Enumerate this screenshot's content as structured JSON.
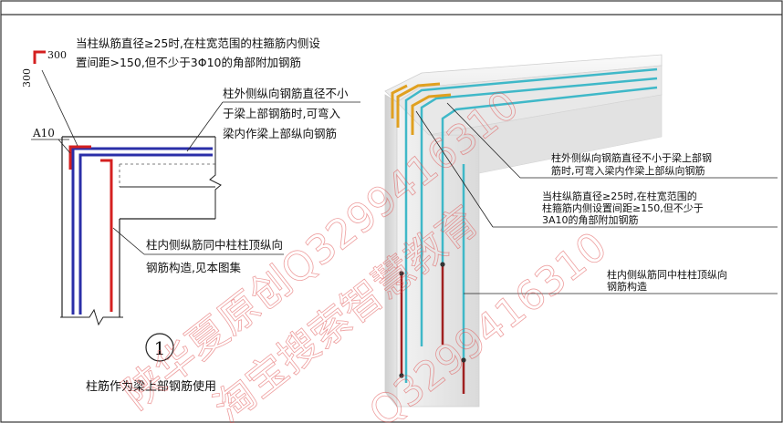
{
  "left_detail": {
    "note_top": [
      "当柱纵筋直径≥25时,在柱宽范围的柱箍筋内侧设",
      "置间距>150,但不少于3Φ10的角部附加钢筋"
    ],
    "dim_h": "300",
    "dim_v": "300",
    "label_a10": "A10",
    "note_outer": [
      "柱外侧纵向钢筋直径不小",
      "于梁上部钢筋时,可弯入",
      "梁内作梁上部纵向钢筋"
    ],
    "note_inner": [
      "柱内侧纵筋同中柱柱顶纵向",
      "钢筋构造,见本图集"
    ],
    "detail_number": "1",
    "caption": "柱筋作为梁上部钢筋使用"
  },
  "right_detail": {
    "callout_1": [
      "柱外侧纵向钢筋直径不小于梁上部钢",
      "筋时,可弯入梁内作梁上部纵向钢筋"
    ],
    "callout_2": [
      "当柱纵筋直径≥25时,在柱宽范围的",
      "柱箍筋内侧设置间距≥150,但不少于",
      "3A10的角部附加钢筋"
    ],
    "callout_3": [
      "柱内侧纵筋同中柱柱顶纵向",
      "钢筋构造"
    ]
  },
  "watermark": {
    "lines": [
      "陕华夏原创Q3299416310",
      "淘宝搜索智慧教育",
      "Q3299416310"
    ]
  },
  "colors": {
    "blue_bar": "#2b2fa8",
    "red_bar": "#d42020",
    "cyan_bar": "#3fb8c8",
    "orange_bar": "#e0a020",
    "dark_red_bar": "#a02020",
    "watermark": "#e05050"
  }
}
